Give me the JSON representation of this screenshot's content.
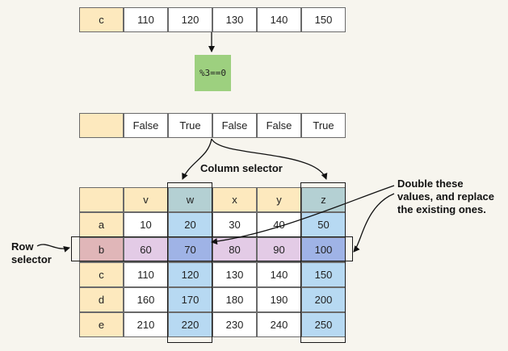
{
  "top_row": [
    "c",
    "110",
    "120",
    "130",
    "140",
    "150"
  ],
  "operation": "%3==0",
  "mask_row": [
    "",
    "False",
    "True",
    "False",
    "False",
    "True"
  ],
  "table": {
    "columns": [
      "",
      "v",
      "w",
      "x",
      "y",
      "z"
    ],
    "rows": [
      [
        "a",
        "10",
        "20",
        "30",
        "40",
        "50"
      ],
      [
        "b",
        "60",
        "70",
        "80",
        "90",
        "100"
      ],
      [
        "c",
        "110",
        "120",
        "130",
        "140",
        "150"
      ],
      [
        "d",
        "160",
        "170",
        "180",
        "190",
        "200"
      ],
      [
        "e",
        "210",
        "220",
        "230",
        "240",
        "250"
      ]
    ]
  },
  "labels": {
    "column_selector": "Column selector",
    "row_selector_line1": "Row",
    "row_selector_line2": "selector",
    "double_line1": "Double these",
    "double_line2": "values, and replace",
    "double_line3": "the existing ones."
  }
}
